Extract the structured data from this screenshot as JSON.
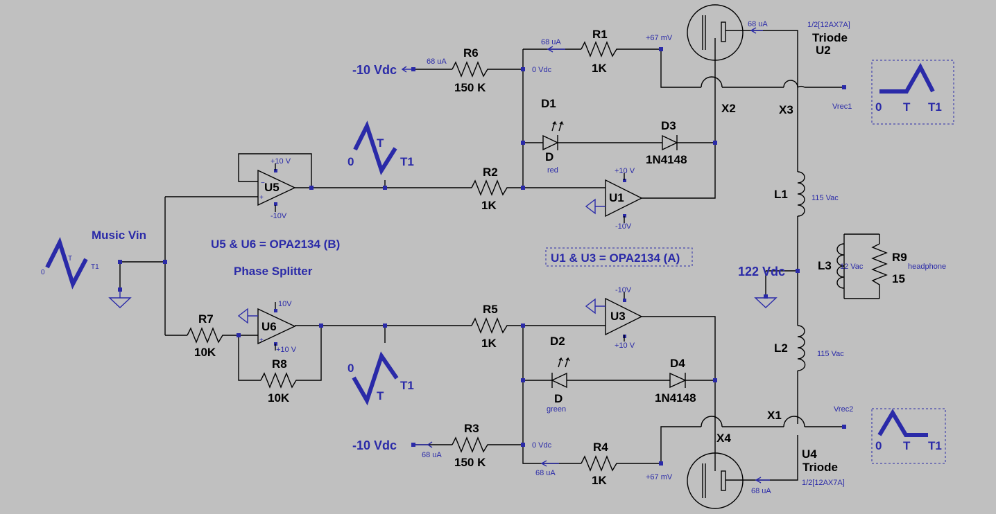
{
  "colors": {
    "background": "#c0c0c0",
    "wire": "#000000",
    "annotation": "#2a2aa8"
  },
  "refs": {
    "U1": "U1",
    "U2": "U2",
    "U3": "U3",
    "U4": "U4",
    "U5": "U5",
    "U6": "U6",
    "R1": "R1",
    "R2": "R2",
    "R3": "R3",
    "R4": "R4",
    "R5": "R5",
    "R6": "R6",
    "R7": "R7",
    "R8": "R8",
    "R9": "R9",
    "D1": "D1",
    "D2": "D2",
    "D3": "D3",
    "D4": "D4",
    "L1": "L1",
    "L2": "L2",
    "L3": "L3",
    "X1": "X1",
    "X2": "X2",
    "X3": "X3",
    "X4": "X4"
  },
  "values": {
    "R1": "1K",
    "R2": "1K",
    "R3": "150 K",
    "R4": "1K",
    "R5": "1K",
    "R6": "150 K",
    "R7": "10K",
    "R8": "10K",
    "R9": "15",
    "D1": "D",
    "D2": "D",
    "D3": "1N4148",
    "D4": "1N4148"
  },
  "triode": {
    "U2_part": "1/2[12AX7A]",
    "U2_type": "Triode",
    "U4_part": "1/2[12AX7A]",
    "U4_type": "Triode"
  },
  "annotations": {
    "neg10vdc_top": "-10 Vdc",
    "neg10vdc_bot": "-10 Vdc",
    "vdc122": "122 Vdc",
    "music_vin": "Music Vin",
    "u5u6_note": "U5 & U6 = OPA2134 (B)",
    "phase_splitter": "Phase Splitter",
    "u1u3_note": "U1 & U3 = OPA2134 (A)",
    "d1_color": "red",
    "d2_color": "green",
    "r9_sub": "headphone",
    "l1_v": "115 Vac",
    "l2_v": "115 Vac",
    "l3_v": "12 Vac",
    "vrec1": "Vrec1",
    "vrec2": "Vrec2",
    "cur_68ua": "68 uA",
    "v_0vdc": "0 Vdc",
    "v_67mv": "+67 mV",
    "p10v": "+10 V",
    "n10v": "-10V",
    "p10v_b": "+10 V",
    "n10v_b": "-10V",
    "u6_top": "10V",
    "u6_bot": "+10 V"
  },
  "waveforms": {
    "zero": "0",
    "T": "T",
    "T1": "T1"
  }
}
